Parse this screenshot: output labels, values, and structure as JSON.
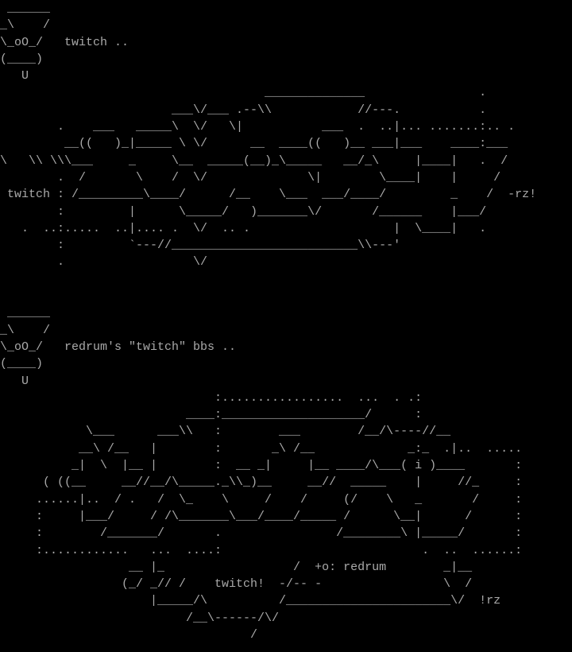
{
  "colors": {
    "background": "#000000",
    "text": "#aaaaaa"
  },
  "logo_1": {
    "lines": [
      " ______",
      "_\\    /",
      "\\_oO_/   twitch ..",
      "(____)",
      "   U"
    ]
  },
  "art_1": {
    "lines": [
      "                                     ______________                .",
      "                        ___\\/___ .--\\\\            //---.           .",
      "        .    ___   _____\\  \\/   \\|           ___  .  ..|... .......:.. .",
      "         __((   )_|_____ \\ \\/      __  ____((   )__ ___|___    ____:___",
      "\\   \\\\ \\\\\\___     _     \\__  _____(__)_\\_____   __/_\\     |____|   .  /",
      "        .  /       \\    /  \\/              \\|        \\____|    |     /",
      " twitch : /_________\\____/      /__    \\___  ___/____/         _    /  -rz!",
      "        :         |      \\_____/   )_______\\/       /______    |___/",
      "   .  ..:.....  ..|.... .  \\/  .. .                    |  \\____|   .",
      "        :         `---//__________________________\\\\---'",
      "        .                  \\/"
    ]
  },
  "logo_2": {
    "lines": [
      " ______",
      "_\\    /",
      "\\_oO_/   redrum's \"twitch\" bbs ..",
      "(____)",
      "   U"
    ]
  },
  "art_2": {
    "lines": [
      "                              :.................  ...  . .:",
      "                          ____:____________________/      :",
      "            \\___      ___\\\\   :        ___        /__/\\----//__",
      "           __\\ /__   |        :       _\\ /__             _:_  .|..  .....",
      "          _|  \\  |__ |        :  __ _|     |__ ____/\\___( i )____       :",
      "      ( ((__     __//__/\\_____._\\\\_)__     __//  _____    |     //_     :",
      "     ......|..  / .   /  \\_    \\     /    /     (/    \\   _       /     :",
      "     :     |___/     / /\\_______\\___/____/_____ /      \\__|      /      :",
      "     :        /_______/       .                /________\\ |_____/       :",
      "     :............   ...  ....:                            .  ..  ......:",
      "                  __ |_                  /  +o: redrum        _|__",
      "                 (_/ _// /    twitch!  -/-- -                 \\  /",
      "                     |_____/\\          /_______________________\\/  !rz",
      "                          /__\\------/\\/",
      "                                   /"
    ]
  }
}
